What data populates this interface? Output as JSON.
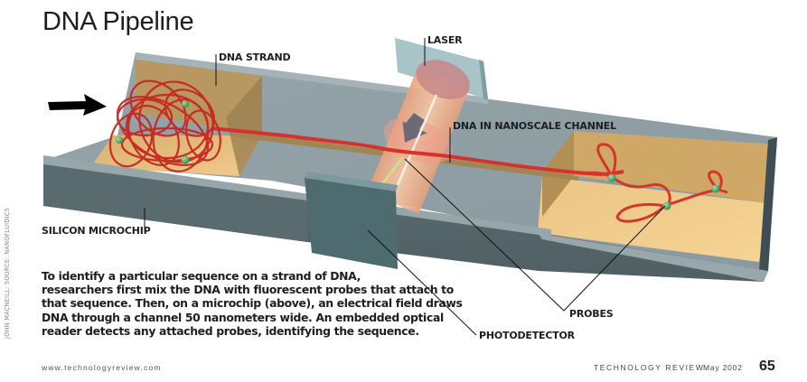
{
  "title": "DNA Pipeline",
  "labels": {
    "dna_strand": "DNA STRAND",
    "laser": "LASER",
    "dna_channel": "DNA IN NANOSCALE CHANNEL",
    "silicon_microchip": "SILICON MICROCHIP",
    "probes": "PROBES",
    "photodetector": "PHOTODETECTOR"
  },
  "caption": {
    "lines": [
      "To identify a particular sequence on a strand of DNA,",
      "researchers first mix the DNA with fluorescent probes that attach to",
      "that sequence. Then, on a microchip (above), an electrical field draws",
      "DNA through a channel 50 nanometers wide. An embedded optical",
      "reader detects any attached probes, identifying the sequence."
    ]
  },
  "credit": "JOHN MACNEILL; SOURCE: NANOFLUIDICS",
  "footer": {
    "url": "www.technologyreview.com",
    "magazine": "TECHNOLOGY REVIEW",
    "date": "May 2002",
    "page": "65"
  },
  "icons": {
    "flow_arrow": "right-arrow",
    "laser_direction": "down-arrow"
  },
  "colors": {
    "chip_top": "#8f9ea4",
    "chip_side": "#56676c",
    "well_floor": "#e6c07f",
    "dna_red": "#d0312a",
    "probe_green": "#4fb065",
    "laser_block": "#a9c4c8",
    "photodetector": "#4e6c70"
  }
}
